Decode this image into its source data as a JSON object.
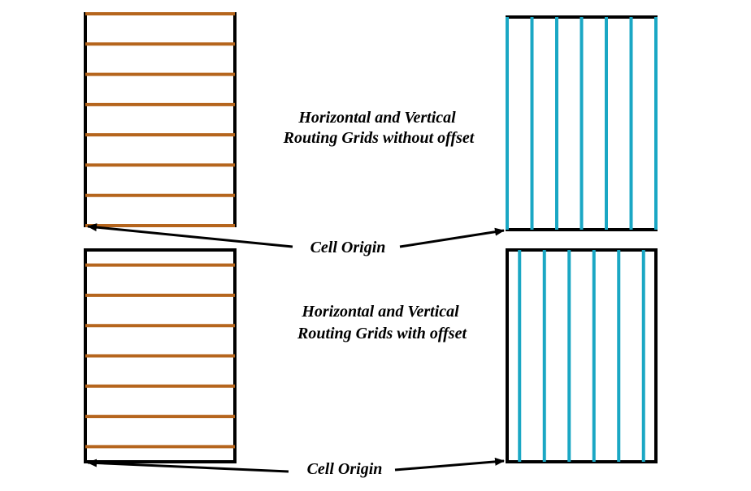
{
  "colors": {
    "horizontal_grid": "#b5651d",
    "vertical_grid": "#1aa7c4",
    "cell_border": "#000000",
    "arrow": "#000000",
    "background": "#ffffff"
  },
  "top": {
    "caption_line1": "Horizontal and Vertical",
    "caption_line2": "Routing Grids without offset",
    "origin_label": "Cell Origin",
    "horizontal_cell": {
      "grid_lines": 8,
      "offset": false
    },
    "vertical_cell": {
      "grid_lines": 7,
      "offset": false
    }
  },
  "bottom": {
    "caption_line1": "Horizontal and Vertical",
    "caption_line2": "Routing Grids with offset",
    "origin_label": "Cell Origin",
    "horizontal_cell": {
      "grid_lines": 7,
      "offset": true
    },
    "vertical_cell": {
      "grid_lines": 6,
      "offset": true
    }
  }
}
